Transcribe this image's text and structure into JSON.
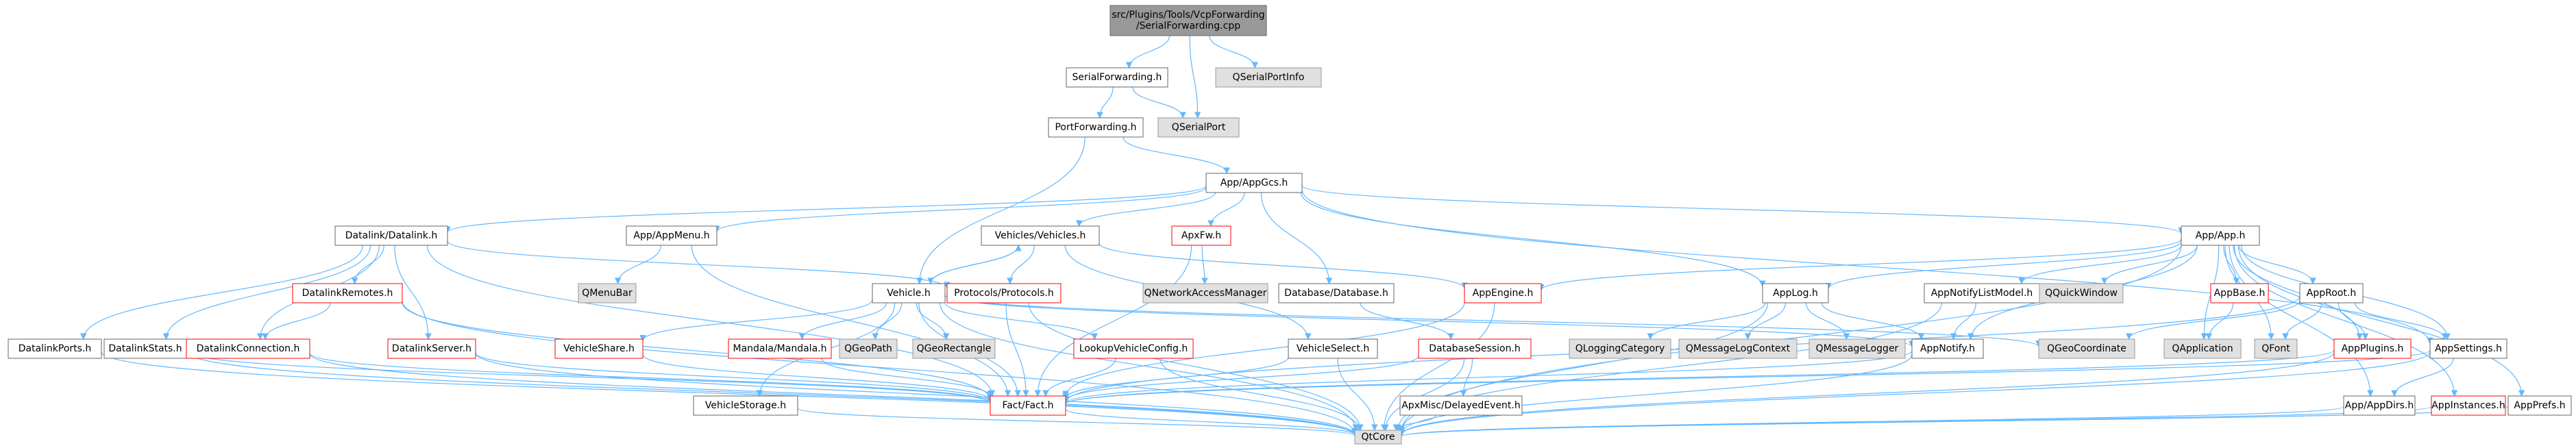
{
  "diagram": {
    "colors": {
      "root_fill": "#999999",
      "normal_fill": "#ffffff",
      "system_fill": "#e0e0e0",
      "normal_border": "#666666",
      "undocumented_border": "#ff0000",
      "system_border": "#999999",
      "edge": "#63B8FF"
    },
    "nodes": [
      {
        "id": "root",
        "lines": [
          "src/Plugins/Tools/VcpForwarding",
          "/SerialForwarding.cpp"
        ],
        "kind": "root"
      },
      {
        "id": "serialfwd",
        "lines": [
          "SerialForwarding.h"
        ],
        "kind": "normal"
      },
      {
        "id": "qserialportinfo",
        "lines": [
          "QSerialPortInfo"
        ],
        "kind": "system"
      },
      {
        "id": "qserialport",
        "lines": [
          "QSerialPort"
        ],
        "kind": "system"
      },
      {
        "id": "portfwd",
        "lines": [
          "PortForwarding.h"
        ],
        "kind": "normal"
      },
      {
        "id": "appgcs",
        "lines": [
          "App/AppGcs.h"
        ],
        "kind": "normal"
      },
      {
        "id": "datalink",
        "lines": [
          "Datalink/Datalink.h"
        ],
        "kind": "normal"
      },
      {
        "id": "appmenu",
        "lines": [
          "App/AppMenu.h"
        ],
        "kind": "normal"
      },
      {
        "id": "vehicles",
        "lines": [
          "Vehicles/Vehicles.h"
        ],
        "kind": "normal"
      },
      {
        "id": "apxfw",
        "lines": [
          "ApxFw.h"
        ],
        "kind": "undoc"
      },
      {
        "id": "app",
        "lines": [
          "App/App.h"
        ],
        "kind": "normal"
      },
      {
        "id": "qmenubar",
        "lines": [
          "QMenuBar"
        ],
        "kind": "system"
      },
      {
        "id": "qnam",
        "lines": [
          "QNetworkAccessManager"
        ],
        "kind": "system"
      },
      {
        "id": "dbdatabase",
        "lines": [
          "Database/Database.h"
        ],
        "kind": "normal"
      },
      {
        "id": "dlremotes",
        "lines": [
          "DatalinkRemotes.h"
        ],
        "kind": "undoc"
      },
      {
        "id": "vehicle",
        "lines": [
          "Vehicle.h"
        ],
        "kind": "normal"
      },
      {
        "id": "protocols",
        "lines": [
          "Protocols/Protocols.h"
        ],
        "kind": "undoc"
      },
      {
        "id": "appengine",
        "lines": [
          "AppEngine.h"
        ],
        "kind": "undoc"
      },
      {
        "id": "applog",
        "lines": [
          "AppLog.h"
        ],
        "kind": "normal"
      },
      {
        "id": "appnotifylist",
        "lines": [
          "AppNotifyListModel.h"
        ],
        "kind": "normal"
      },
      {
        "id": "qquickwindow",
        "lines": [
          "QQuickWindow"
        ],
        "kind": "system"
      },
      {
        "id": "appbase",
        "lines": [
          "AppBase.h"
        ],
        "kind": "undoc"
      },
      {
        "id": "approot",
        "lines": [
          "AppRoot.h"
        ],
        "kind": "normal"
      },
      {
        "id": "dlports",
        "lines": [
          "DatalinkPorts.h"
        ],
        "kind": "normal"
      },
      {
        "id": "dlstats",
        "lines": [
          "DatalinkStats.h"
        ],
        "kind": "normal"
      },
      {
        "id": "dlconn",
        "lines": [
          "DatalinkConnection.h"
        ],
        "kind": "undoc"
      },
      {
        "id": "dlserver",
        "lines": [
          "DatalinkServer.h"
        ],
        "kind": "undoc"
      },
      {
        "id": "vshare",
        "lines": [
          "VehicleShare.h"
        ],
        "kind": "undoc"
      },
      {
        "id": "mandala",
        "lines": [
          "Mandala/Mandala.h"
        ],
        "kind": "undoc"
      },
      {
        "id": "qgeopath",
        "lines": [
          "QGeoPath"
        ],
        "kind": "system"
      },
      {
        "id": "qgeorect",
        "lines": [
          "QGeoRectangle"
        ],
        "kind": "system"
      },
      {
        "id": "lookupvc",
        "lines": [
          "LookupVehicleConfig.h"
        ],
        "kind": "undoc"
      },
      {
        "id": "vselect",
        "lines": [
          "VehicleSelect.h"
        ],
        "kind": "normal"
      },
      {
        "id": "dbsession",
        "lines": [
          "DatabaseSession.h"
        ],
        "kind": "undoc"
      },
      {
        "id": "qlogcat",
        "lines": [
          "QLoggingCategory"
        ],
        "kind": "system"
      },
      {
        "id": "qmsglogctx",
        "lines": [
          "QMessageLogContext"
        ],
        "kind": "system"
      },
      {
        "id": "qmsglogger",
        "lines": [
          "QMessageLogger"
        ],
        "kind": "system"
      },
      {
        "id": "appnotify",
        "lines": [
          "AppNotify.h"
        ],
        "kind": "normal"
      },
      {
        "id": "qgeocoord",
        "lines": [
          "QGeoCoordinate"
        ],
        "kind": "system"
      },
      {
        "id": "qapplication",
        "lines": [
          "QApplication"
        ],
        "kind": "system"
      },
      {
        "id": "qfont",
        "lines": [
          "QFont"
        ],
        "kind": "system"
      },
      {
        "id": "appplugins",
        "lines": [
          "AppPlugins.h"
        ],
        "kind": "undoc"
      },
      {
        "id": "appsettings",
        "lines": [
          "AppSettings.h"
        ],
        "kind": "normal"
      },
      {
        "id": "vstorage",
        "lines": [
          "VehicleStorage.h"
        ],
        "kind": "normal"
      },
      {
        "id": "fact",
        "lines": [
          "Fact/Fact.h"
        ],
        "kind": "undoc"
      },
      {
        "id": "delayed",
        "lines": [
          "ApxMisc/DelayedEvent.h"
        ],
        "kind": "normal"
      },
      {
        "id": "appdirs",
        "lines": [
          "App/AppDirs.h"
        ],
        "kind": "normal"
      },
      {
        "id": "appinstances",
        "lines": [
          "AppInstances.h"
        ],
        "kind": "undoc"
      },
      {
        "id": "appprefs",
        "lines": [
          "AppPrefs.h"
        ],
        "kind": "normal"
      },
      {
        "id": "qtcore",
        "lines": [
          "QtCore"
        ],
        "kind": "system"
      }
    ],
    "edges": [
      [
        "root",
        "serialfwd"
      ],
      [
        "root",
        "qserialportinfo"
      ],
      [
        "root",
        "qserialport"
      ],
      [
        "serialfwd",
        "qserialport"
      ],
      [
        "serialfwd",
        "portfwd"
      ],
      [
        "portfwd",
        "appgcs"
      ],
      [
        "portfwd",
        "vehicle"
      ],
      [
        "appgcs",
        "datalink"
      ],
      [
        "appgcs",
        "appmenu"
      ],
      [
        "appgcs",
        "vehicles"
      ],
      [
        "appgcs",
        "apxfw"
      ],
      [
        "appgcs",
        "dbdatabase"
      ],
      [
        "appgcs",
        "app"
      ],
      [
        "appgcs",
        "applog"
      ],
      [
        "appgcs",
        "appsettings"
      ],
      [
        "datalink",
        "dlremotes"
      ],
      [
        "datalink",
        "dlports"
      ],
      [
        "datalink",
        "dlstats"
      ],
      [
        "datalink",
        "dlconn"
      ],
      [
        "datalink",
        "dlserver"
      ],
      [
        "datalink",
        "protocols"
      ],
      [
        "datalink",
        "fact"
      ],
      [
        "appmenu",
        "qmenubar"
      ],
      [
        "appmenu",
        "fact"
      ],
      [
        "vehicles",
        "vehicle"
      ],
      [
        "vehicles",
        "protocols"
      ],
      [
        "vehicles",
        "appengine"
      ],
      [
        "vehicles",
        "vselect"
      ],
      [
        "apxfw",
        "qnam"
      ],
      [
        "apxfw",
        "fact"
      ],
      [
        "dbdatabase",
        "dbsession"
      ],
      [
        "dlremotes",
        "dlconn"
      ],
      [
        "dlremotes",
        "fact"
      ],
      [
        "dlremotes",
        "qtcore"
      ],
      [
        "dlports",
        "qtcore"
      ],
      [
        "dlstats",
        "fact"
      ],
      [
        "dlstats",
        "qtcore"
      ],
      [
        "dlconn",
        "fact"
      ],
      [
        "dlconn",
        "qtcore"
      ],
      [
        "dlserver",
        "fact"
      ],
      [
        "dlserver",
        "qtcore"
      ],
      [
        "vehicle",
        "vehicles"
      ],
      [
        "vehicle",
        "vshare"
      ],
      [
        "vehicle",
        "mandala"
      ],
      [
        "vehicle",
        "qgeopath"
      ],
      [
        "vehicle",
        "qgeorect"
      ],
      [
        "vehicle",
        "lookupvc"
      ],
      [
        "vehicle",
        "vstorage"
      ],
      [
        "vehicle",
        "fact"
      ],
      [
        "vehicle",
        "qgeocoord"
      ],
      [
        "vehicle",
        "appnotify"
      ],
      [
        "vehicle",
        "qtcore"
      ],
      [
        "protocols",
        "fact"
      ],
      [
        "protocols",
        "qtcore"
      ],
      [
        "vshare",
        "fact"
      ],
      [
        "mandala",
        "fact"
      ],
      [
        "lookupvc",
        "fact"
      ],
      [
        "lookupvc",
        "qtcore"
      ],
      [
        "vselect",
        "fact"
      ],
      [
        "vselect",
        "qtcore"
      ],
      [
        "vstorage",
        "qtcore"
      ],
      [
        "appengine",
        "fact"
      ],
      [
        "appengine",
        "qtcore"
      ],
      [
        "dbsession",
        "fact"
      ],
      [
        "dbsession",
        "delayed"
      ],
      [
        "dbsession",
        "qtcore"
      ],
      [
        "applog",
        "qlogcat"
      ],
      [
        "applog",
        "qmsglogctx"
      ],
      [
        "applog",
        "qmsglogger"
      ],
      [
        "applog",
        "appnotify"
      ],
      [
        "applog",
        "qtcore"
      ],
      [
        "app",
        "appengine"
      ],
      [
        "app",
        "applog"
      ],
      [
        "app",
        "appnotifylist"
      ],
      [
        "app",
        "qquickwindow"
      ],
      [
        "app",
        "appbase"
      ],
      [
        "app",
        "approot"
      ],
      [
        "app",
        "appnotify"
      ],
      [
        "app",
        "qapplication"
      ],
      [
        "app",
        "qfont"
      ],
      [
        "app",
        "appplugins"
      ],
      [
        "app",
        "appsettings"
      ],
      [
        "app",
        "appdirs"
      ],
      [
        "app",
        "appinstances"
      ],
      [
        "app",
        "appprefs"
      ],
      [
        "app",
        "qtcore"
      ],
      [
        "appnotifylist",
        "appnotify"
      ],
      [
        "appnotifylist",
        "qtcore"
      ],
      [
        "appbase",
        "qapplication"
      ],
      [
        "approot",
        "qgeocoord"
      ],
      [
        "approot",
        "qfont"
      ],
      [
        "approot",
        "appplugins"
      ],
      [
        "approot",
        "appsettings"
      ],
      [
        "approot",
        "fact"
      ],
      [
        "appnotify",
        "fact"
      ],
      [
        "appnotify",
        "qtcore"
      ],
      [
        "appplugins",
        "fact"
      ],
      [
        "appplugins",
        "qtcore"
      ],
      [
        "appsettings",
        "appdirs"
      ],
      [
        "appsettings",
        "fact"
      ],
      [
        "appsettings",
        "qtcore"
      ],
      [
        "fact",
        "qtcore"
      ],
      [
        "delayed",
        "qtcore"
      ],
      [
        "appdirs",
        "qtcore"
      ],
      [
        "appinstances",
        "qtcore"
      ],
      [
        "appprefs",
        "qtcore"
      ]
    ]
  }
}
